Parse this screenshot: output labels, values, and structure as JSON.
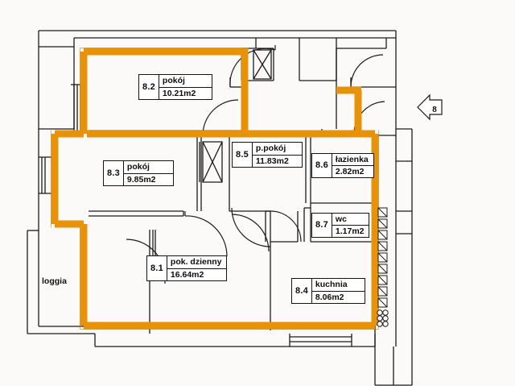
{
  "document": {
    "type": "architectural-floor-plan",
    "apartment_number": "8",
    "loggia_label": "loggia"
  },
  "colors": {
    "highlight_wall": "#E8920A",
    "highlight_wall_dark": "#C77908",
    "line": "#1a1a1a",
    "background": "#fbfaf8",
    "label_fill": "#ffffff"
  },
  "rooms": [
    {
      "code": "8.1",
      "name": "pok. dzienny",
      "area": "16.64m2"
    },
    {
      "code": "8.2",
      "name": "pokój",
      "area": "10.21m2"
    },
    {
      "code": "8.3",
      "name": "pokój",
      "area": "9.85m2"
    },
    {
      "code": "8.4",
      "name": "kuchnia",
      "area": "8.06m2"
    },
    {
      "code": "8.5",
      "name": "p.pokój",
      "area": "11.83m2"
    },
    {
      "code": "8.6",
      "name": "łazienka",
      "area": "2.82m2"
    },
    {
      "code": "8.7",
      "name": "wc",
      "area": "1.17m2"
    }
  ]
}
